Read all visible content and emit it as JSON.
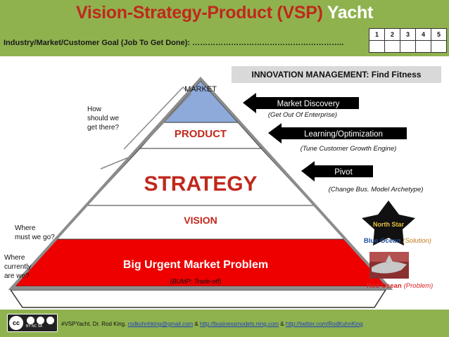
{
  "header": {
    "title_main": "Vision-Strategy-Product (VSP)",
    "title_suffix": "Yacht",
    "goal_text": "Industry/Market/Customer Goal (Job To Get Done): ………………………………………………….."
  },
  "score_scale": [
    "1",
    "2",
    "3",
    "4",
    "5"
  ],
  "innovation_banner": "INNOVATION MANAGEMENT: Find Fitness",
  "pyramid": {
    "market": "MARKET",
    "product": "PRODUCT",
    "strategy": "STRATEGY",
    "vision": "VISION",
    "base": "Big Urgent Market Problem",
    "base_sub": "(BUMP: Trade-off)"
  },
  "side_questions": {
    "how": [
      "How",
      "should we",
      "get there?"
    ],
    "where_go": [
      "Where",
      "must we go?"
    ],
    "where_now": [
      "Where",
      "currently",
      "are we?"
    ]
  },
  "arrows": [
    {
      "label": "Market Discovery",
      "sub": "(Get Out Of Enterprise)"
    },
    {
      "label": "Learning/Optimization",
      "sub": "(Tune Customer Growth Engine)"
    },
    {
      "label": "Pivot",
      "sub": "(Change Bus. Model Archetype)"
    }
  ],
  "north_star": "North Star",
  "blue_ocean": {
    "label": "Blue Ocean",
    "sub": "(Solution)"
  },
  "red_ocean": {
    "label": "Red Ocean",
    "sub": "(Problem)"
  },
  "footer": {
    "badge_cc": "cc",
    "badge_labels": "BY   NC   SA",
    "prefix": "#VSPYacht. Dr. Rod King.",
    "email": "rodkuhnhking@gmail.com",
    "amp1": "&",
    "link1": "http://businessmodels.ning.com",
    "amp2": "&",
    "link2": "http://twitter.com/RodKuhnKing"
  },
  "colors": {
    "header_green": "#8fb24f",
    "title_red": "#c0281c",
    "market_blue": "#8eaadb",
    "base_red": "#ee0000",
    "arrow_black": "#000000"
  }
}
